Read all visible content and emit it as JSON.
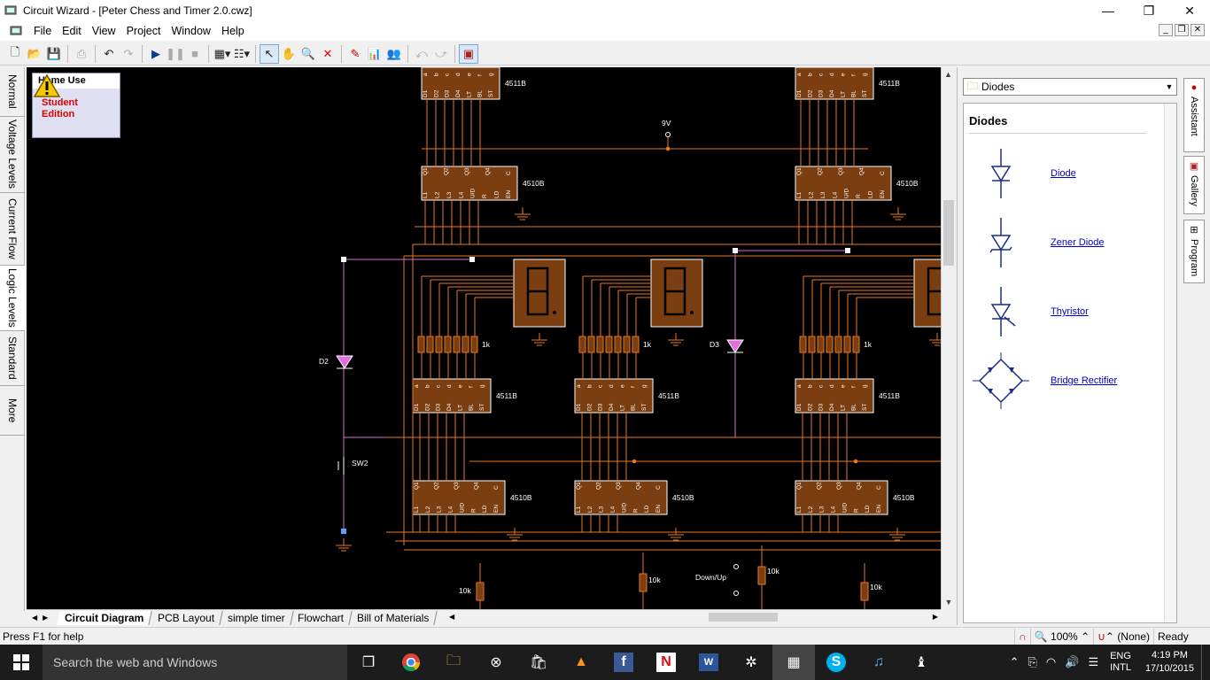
{
  "window": {
    "title": "Circuit Wizard - [Peter Chess and Timer 2.0.cwz]",
    "min": "—",
    "max": "❐",
    "close": "✕"
  },
  "menu": [
    "File",
    "Edit",
    "View",
    "Project",
    "Window",
    "Help"
  ],
  "toolbar_icons": [
    "new-icon",
    "open-icon",
    "save-icon",
    "print-icon",
    "undo-icon",
    "redo-icon",
    "play-icon",
    "pause-icon",
    "stop-icon",
    "chip-icon",
    "layout-icon",
    "pointer-icon",
    "hand-icon",
    "zoom-icon",
    "delete-icon",
    "probe-icon",
    "graph-icon",
    "people-icon",
    "rotate-left-icon",
    "rotate-right-icon",
    "parts-icon"
  ],
  "left_tabs": [
    "Normal",
    "Voltage Levels",
    "Current Flow",
    "Logic Levels",
    "Standard",
    "More"
  ],
  "home_use": {
    "title": "Home Use",
    "line1": "Student",
    "line2": "Edition"
  },
  "circuit": {
    "labels": {
      "ic_4511": "4511B",
      "ic_4510": "4510B",
      "r_1k": "1k",
      "r_10k": "10k",
      "v9": "9V",
      "d2": "D2",
      "d3": "D3",
      "sw2": "SW2",
      "downup": "Down/Up"
    },
    "pins_4511_top": "a b c d e f g",
    "pins_4511_bot": "D1 D2 D3 D4 LT BL ST",
    "pins_4510_top": "Q1 Q2 Q3 Q4 C",
    "pins_4510_bot": "L1 L2 L3 L4 U/D R LD EN"
  },
  "bottom_tabs": [
    "Circuit Diagram",
    "PCB Layout",
    "simple timer",
    "Flowchart",
    "Bill of Materials"
  ],
  "gallery": {
    "dropdown": "Diodes",
    "heading": "Diodes",
    "items": [
      "Diode",
      "Zener Diode",
      "Thyristor",
      "Bridge Rectifier"
    ]
  },
  "side_tabs": [
    "Assistant",
    "Gallery",
    "Program"
  ],
  "status": {
    "help": "Press F1 for help",
    "zoom": "100%",
    "mode": "(None)",
    "state": "Ready"
  },
  "taskbar": {
    "search": "Search the web and Windows",
    "lang1": "ENG",
    "lang2": "INTL",
    "time": "4:19 PM",
    "date": "17/10/2015"
  }
}
